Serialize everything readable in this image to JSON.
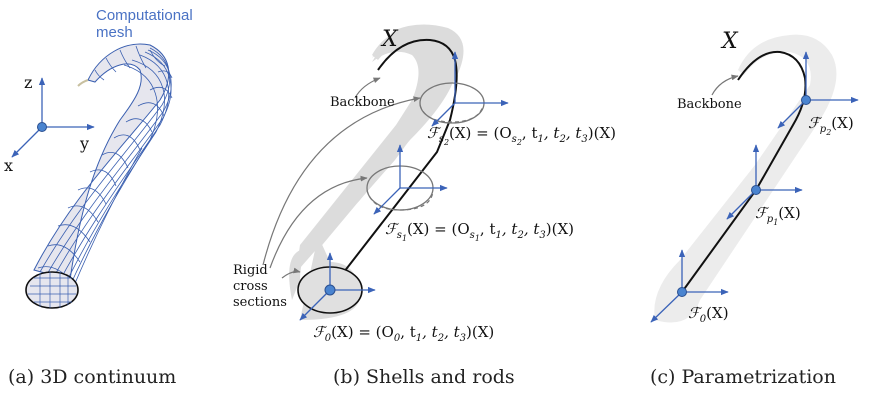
{
  "panel_a": {
    "mesh_label_line1": "Computational",
    "mesh_label_line2": "mesh",
    "axis_z": "z",
    "axis_y": "y",
    "axis_x": "x",
    "caption": "(a) 3D continuum"
  },
  "panel_b": {
    "X_label": "X",
    "backbone_label": "Backbone",
    "rigid_line1": "Rigid",
    "rigid_line2": "cross",
    "rigid_line3": "sections",
    "frame_s2": {
      "F": "ℱ",
      "sub": "s",
      "subsub": "2",
      "rest": "(X) = (O",
      "osub": "s",
      "osubsub": "2",
      "tail": ", t",
      "t1": "1",
      "t2": "2",
      "t3": "3",
      "end": ")(X)"
    },
    "frame_s1": {
      "F": "ℱ",
      "sub": "s",
      "subsub": "1",
      "rest": "(X) = (O",
      "osub": "s",
      "osubsub": "1",
      "tail": ", t",
      "t1": "1",
      "t2": "2",
      "t3": "3",
      "end": ")(X)"
    },
    "frame_0": {
      "F": "ℱ",
      "sub": "0",
      "rest": "(X) = (O",
      "osub": "0",
      "tail": ", t",
      "t1": "1",
      "t2": "2",
      "t3": "3",
      "end": ")(X)"
    },
    "caption": "(b) Shells and rods"
  },
  "panel_c": {
    "X_label": "X",
    "backbone_label": "Backbone",
    "frame_p2": {
      "F": "ℱ",
      "sub": "p",
      "subsub": "2",
      "rest": "(X)"
    },
    "frame_p1": {
      "F": "ℱ",
      "sub": "p",
      "subsub": "1",
      "rest": "(X)"
    },
    "frame_0": {
      "F": "ℱ",
      "sub": "0",
      "rest": "(X)"
    },
    "caption": "(c) Parametrization"
  },
  "colors": {
    "mesh_line": "#3a5fb0",
    "axis_blue": "#3b63b8",
    "node_fill": "#4a84d0",
    "shell_gray": "#d9d9d9",
    "label_blue": "#4a72c4"
  }
}
